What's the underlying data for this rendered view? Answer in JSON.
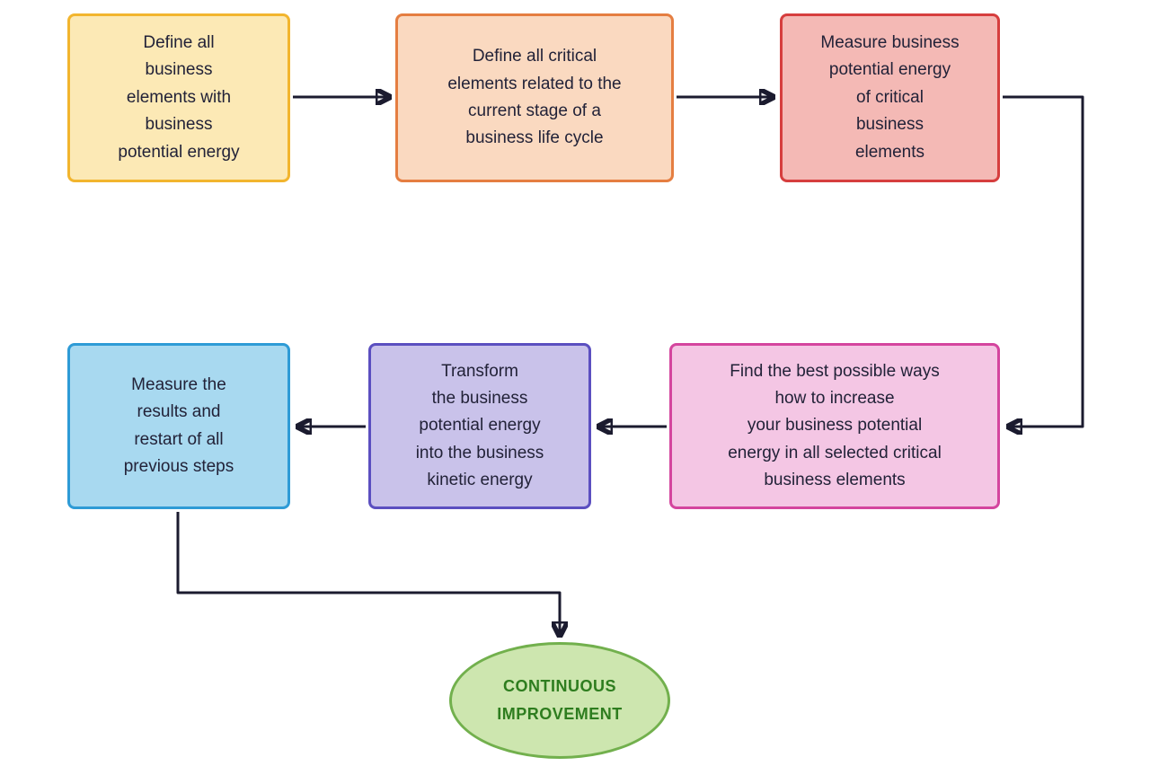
{
  "diagram": {
    "title": "Business potential energy continuous improvement flowchart",
    "arrow_color": "#1b1b2f",
    "text_color": "#222238",
    "nodes": [
      {
        "id": "step-1",
        "label": "Define all\nbusiness\nelements with\nbusiness\npotential energy",
        "fill": "#fce9b5",
        "border": "#f2b52e"
      },
      {
        "id": "step-2",
        "label": "Define all critical\nelements related to the\ncurrent stage of a\nbusiness life cycle",
        "fill": "#fad9c0",
        "border": "#e57e41"
      },
      {
        "id": "step-3",
        "label": "Measure business\npotential energy\nof critical\nbusiness\nelements",
        "fill": "#f4b9b5",
        "border": "#d63e3e"
      },
      {
        "id": "step-4",
        "label": "Measure the\nresults and\nrestart of all\nprevious steps",
        "fill": "#a8d9f0",
        "border": "#2e9bd6"
      },
      {
        "id": "step-5",
        "label": "Transform\nthe business\npotential energy\ninto the business\nkinetic energy",
        "fill": "#c9c2ea",
        "border": "#5b4fc0"
      },
      {
        "id": "step-6",
        "label": "Find the best possible ways\nhow to increase\nyour business potential\nenergy in all selected critical\nbusiness elements",
        "fill": "#f4c6e4",
        "border": "#d4459e"
      }
    ],
    "terminal": {
      "id": "continuous-improvement",
      "label": "CONTINUOUS\nIMPROVEMENT",
      "fill": "#cde6af",
      "border": "#72b04d",
      "text_color": "#2e7d1f"
    },
    "flow_order": [
      "step-1",
      "step-2",
      "step-3",
      "step-6",
      "step-5",
      "step-4",
      "continuous-improvement"
    ]
  }
}
